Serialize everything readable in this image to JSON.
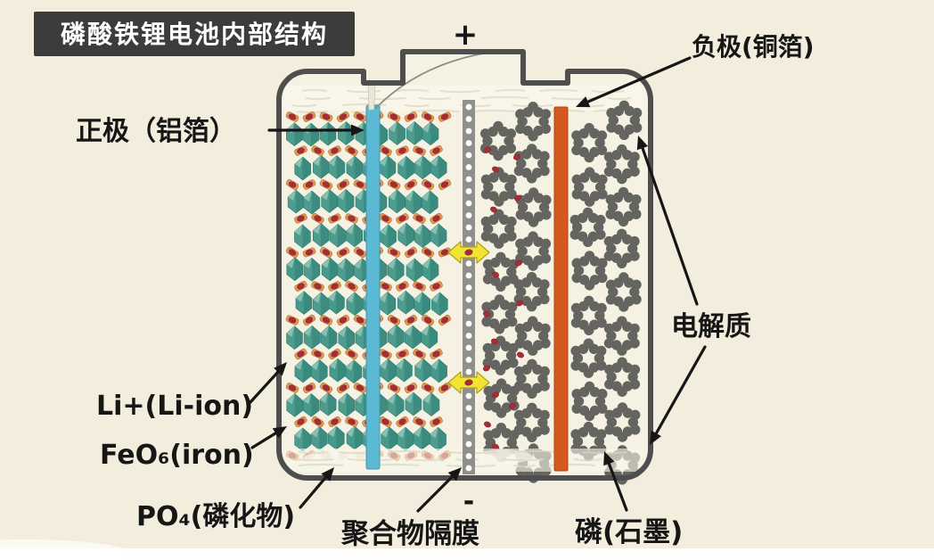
{
  "title": "磷酸铁锂电池内部结构",
  "terminals": {
    "plus": "+",
    "minus": "-"
  },
  "labels": {
    "positive": "正极（铝箔）",
    "negative": "负极(铜箔)",
    "electrolyte": "电解质",
    "li_ion": "Li+(Li-ion)",
    "iron": "FeO₆(iron)",
    "phosphate": "PO₄(磷化物)",
    "separator": "聚合物隔膜",
    "graphite": "磷(石墨)"
  },
  "colors": {
    "background": "#F2EDDC",
    "page_edge": "#FFFFFF",
    "title_badge_bg": "#3C3C3C",
    "title_text": "#FFFFFF",
    "case_outline": "#4E4E4E",
    "case_interior": "#F6F2E3",
    "label_text": "#161616",
    "arrow_black": "#161616",
    "positive_foil_blue": "#5BB9D3",
    "positive_foil_edge": "#3E98B6",
    "negative_foil_orange": "#D4591F",
    "negative_foil_edge": "#B04617",
    "separator_gray": "#8F8F8B",
    "separator_hole": "#FFFFFF",
    "crystal_teal": "#46998B",
    "crystal_teal_dark": "#2E7C71",
    "crystal_teal_light": "#93C8B9",
    "li_unit_orange": "#DE9A55",
    "li_unit_orange_dark": "#B56F2E",
    "li_ion_red": "#A82C38",
    "li_ion_red_dark": "#86222C",
    "graphite_gray": "#646460",
    "shuttle_yellow": "#F2E433",
    "shuttle_yellow_edge": "#AFA01E",
    "wire_gray": "#8D8D85",
    "texture": "#D9D5C5",
    "wash_white": "#F9F6E9",
    "needle": "#EAE7D8",
    "needle_edge": "#C6C2B0"
  }
}
